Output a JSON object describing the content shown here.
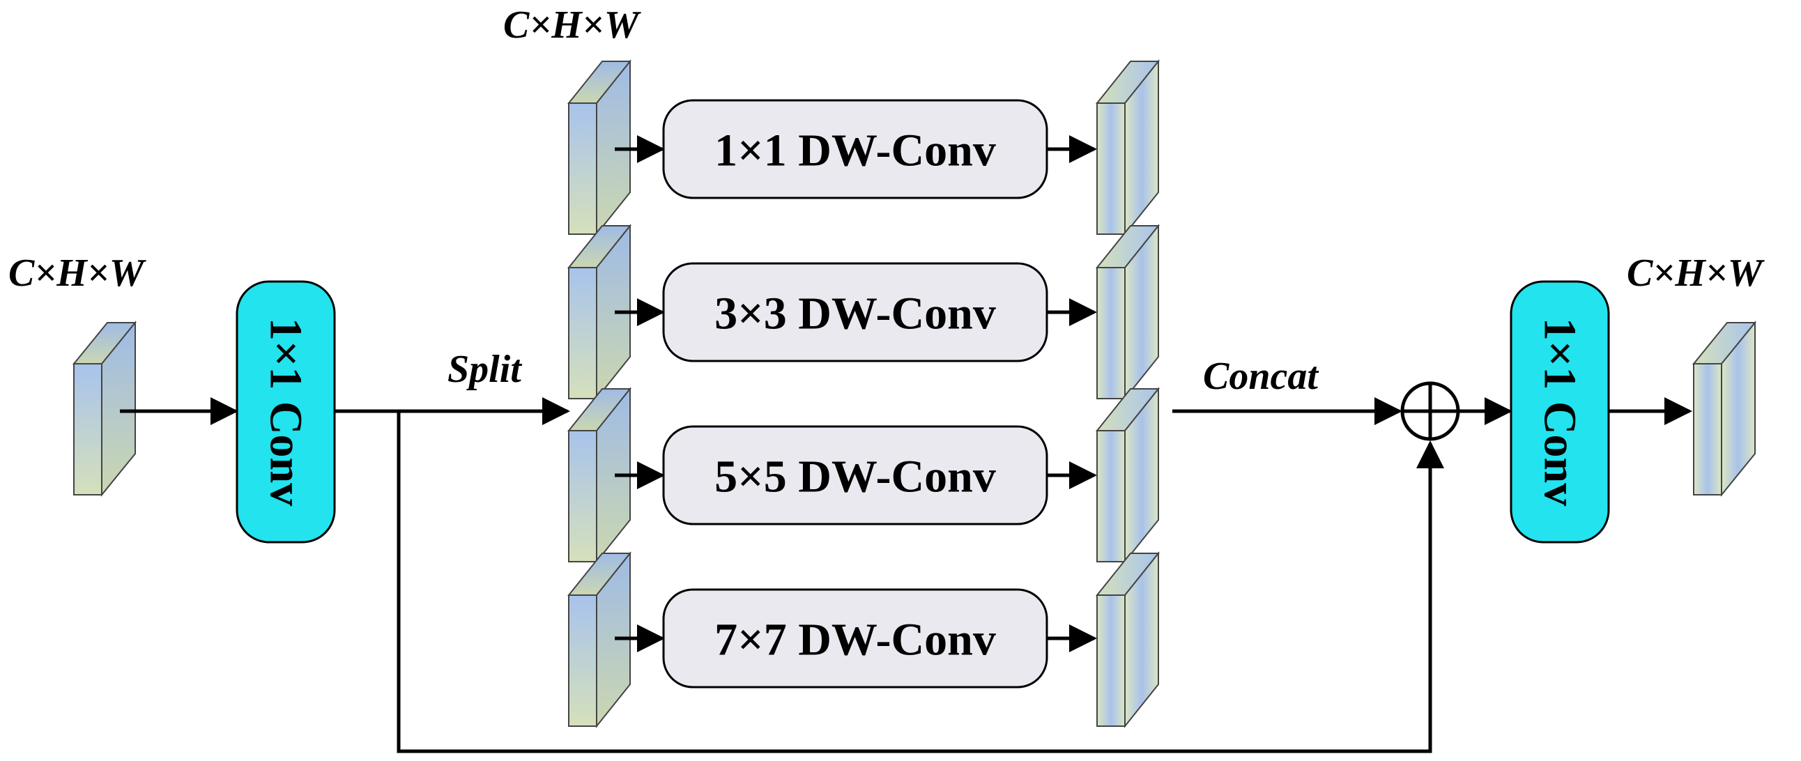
{
  "labels": {
    "input_dims": "C×H×W",
    "split_dims": "C×H×W",
    "output_dims": "C×H×W",
    "split": "Split",
    "concat": "Concat"
  },
  "blocks": {
    "conv_in": "1×1 Conv",
    "conv_out": "1×1 Conv",
    "dw_convs": [
      "1×1 DW-Conv",
      "3×3 DW-Conv",
      "5×5 DW-Conv",
      "7×7 DW-Conv"
    ]
  },
  "colors": {
    "conv_fill": "#22e3ee",
    "dw_box_fill": "#ebe9f0",
    "tensor_blue": "#a9c4ec",
    "tensor_green": "#d4e0bb"
  }
}
